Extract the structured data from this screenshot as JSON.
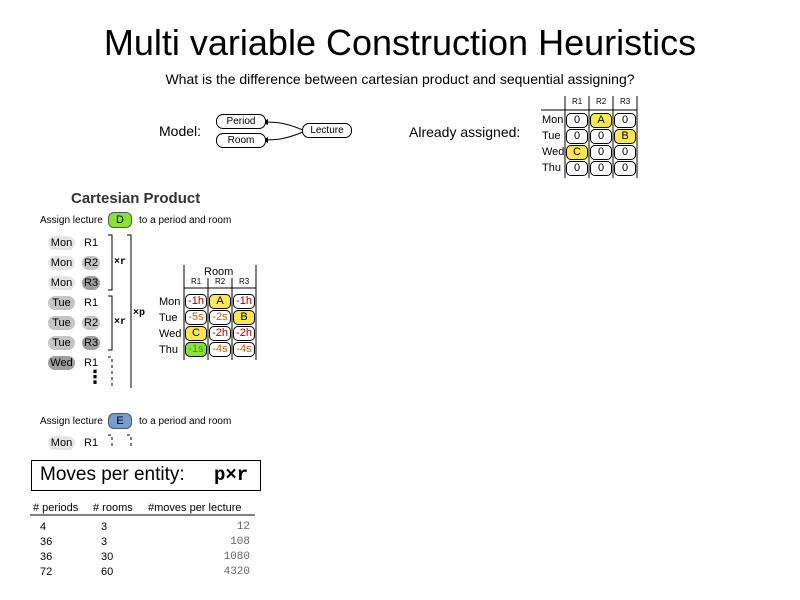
{
  "title": "Multi variable Construction Heuristics",
  "subtitle": "What is the difference between cartesian product and sequential assigning?",
  "model": {
    "label": "Model:",
    "period": "Period",
    "room": "Room",
    "lecture": "Lecture"
  },
  "already": {
    "label": "Already assigned:",
    "cols": [
      "R1",
      "R2",
      "R3"
    ],
    "rows": [
      {
        "day": "Mon",
        "cells": [
          "0",
          "A",
          "0"
        ]
      },
      {
        "day": "Tue",
        "cells": [
          "0",
          "0",
          "B"
        ]
      },
      {
        "day": "Wed",
        "cells": [
          "C",
          "0",
          "0"
        ]
      },
      {
        "day": "Thu",
        "cells": [
          "0",
          "0",
          "0"
        ]
      }
    ]
  },
  "cartesian": {
    "heading": "Cartesian Product",
    "assign_prefix": "Assign lecture",
    "assign_suffix": "to a period and room",
    "lecture_d": "D",
    "lecture_e": "E",
    "moves": [
      {
        "day": "Mon",
        "room": "R1"
      },
      {
        "day": "Mon",
        "room": "R2"
      },
      {
        "day": "Mon",
        "room": "R3"
      },
      {
        "day": "Tue",
        "room": "R1"
      },
      {
        "day": "Tue",
        "room": "R2"
      },
      {
        "day": "Tue",
        "room": "R3"
      },
      {
        "day": "Wed",
        "room": "R1"
      }
    ],
    "e_move": {
      "day": "Mon",
      "room": "R1"
    },
    "times_r": "×r",
    "times_p": "×p",
    "ellipsis": "⋮",
    "score_table": {
      "header": "Room",
      "cols": [
        "R1",
        "R2",
        "R3"
      ],
      "rows": [
        {
          "day": "Mon",
          "cells": [
            "-1h",
            "A",
            "-1h"
          ]
        },
        {
          "day": "Tue",
          "cells": [
            "-5s",
            "-2s",
            "B"
          ]
        },
        {
          "day": "Wed",
          "cells": [
            "C",
            "-2h",
            "-2h"
          ]
        },
        {
          "day": "Thu",
          "cells": [
            "-1s",
            "-4s",
            "-4s"
          ]
        }
      ]
    }
  },
  "moves_per_entity": {
    "label": "Moves per entity:",
    "formula": "p×r"
  },
  "count_table": {
    "headers": [
      "# periods",
      "# rooms",
      "#moves per lecture"
    ],
    "rows": [
      {
        "periods": "4",
        "rooms": "3",
        "moves": "12"
      },
      {
        "periods": "36",
        "rooms": "3",
        "moves": "108"
      },
      {
        "periods": "36",
        "rooms": "30",
        "moves": "1080"
      },
      {
        "periods": "72",
        "rooms": "60",
        "moves": "4320"
      }
    ]
  },
  "colors": {
    "yellow": "#fce94f",
    "green": "#8ae234",
    "blue_lecture": "#729fcf",
    "hard_red": "#a40000",
    "soft_orange": "#ce5c00"
  }
}
